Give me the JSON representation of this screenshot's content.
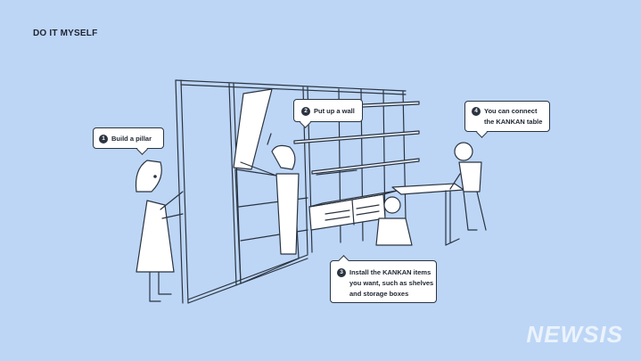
{
  "header": {
    "title": "DO IT MYSELF"
  },
  "steps": [
    {
      "number": "1",
      "lines": [
        "Build a pillar"
      ]
    },
    {
      "number": "2",
      "lines": [
        "Put up a wall"
      ]
    },
    {
      "number": "3",
      "lines": [
        "Install the KANKAN items",
        "you want, such as shelves",
        "and storage boxes"
      ]
    },
    {
      "number": "4",
      "lines": [
        "You can connect",
        "the KANKAN table"
      ]
    }
  ],
  "watermark": "NEWSIS",
  "colors": {
    "background": "#bdd6f6",
    "ink": "#2b3440",
    "bubble": "#ffffff"
  }
}
